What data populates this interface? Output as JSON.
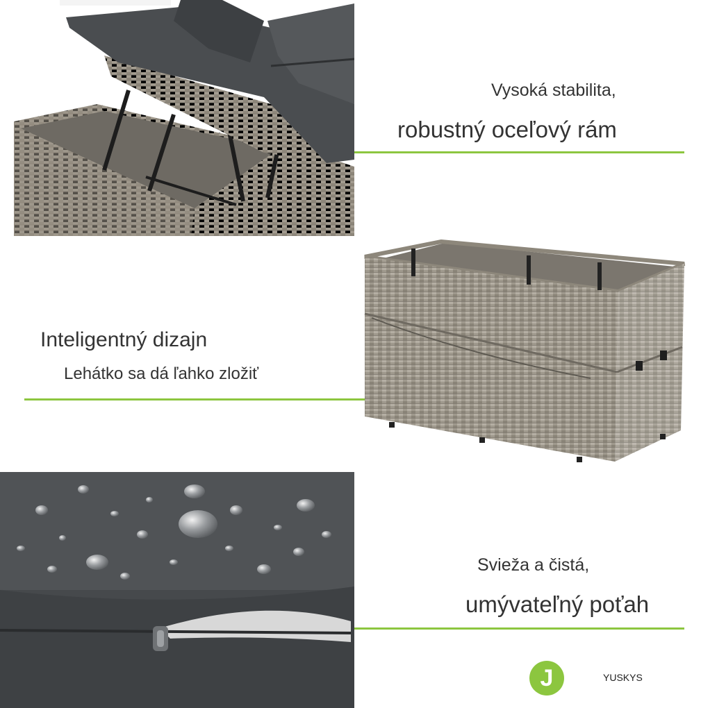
{
  "colors": {
    "accent": "#8cc63f",
    "text": "#333333",
    "cushion": "#4a4d50",
    "rattan": "#9c958a"
  },
  "section1": {
    "line1": "Vysoká stabilita,",
    "line2": "robustný oceľový rám"
  },
  "section2": {
    "line1": "Inteligentný dizajn",
    "line2": "Lehátko sa dá ľahko zložiť"
  },
  "section3": {
    "line1": "Svieža a čistá,",
    "line2": "umývateľný poťah"
  },
  "brand": {
    "logo_letter": "J",
    "name": "YUSKYS"
  }
}
